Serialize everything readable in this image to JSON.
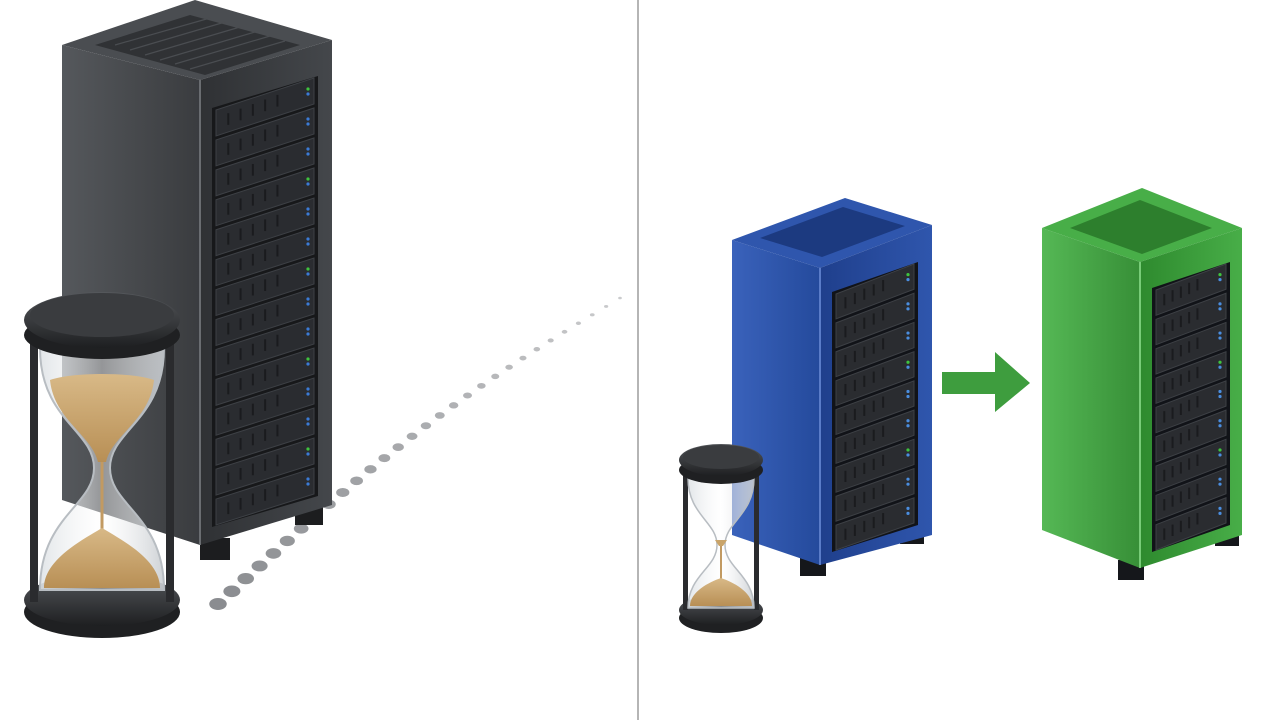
{
  "scene": {
    "left_panel": {
      "server_rack": {
        "icon": "server-rack-icon",
        "color": "#3b3d40",
        "unit_count": 14
      },
      "hourglass": {
        "icon": "hourglass-icon",
        "sand_color": "#c9a46a",
        "sand_remaining_top": 0.55
      },
      "trail": {
        "icon": "dotted-trail-icon",
        "color": "#8a8c90"
      }
    },
    "right_panel": {
      "source_rack": {
        "icon": "server-rack-icon",
        "color": "#274a9a",
        "unit_count": 9
      },
      "target_rack": {
        "icon": "server-rack-icon",
        "color": "#3a9a3a",
        "unit_count": 9
      },
      "arrow": {
        "icon": "arrow-right-icon",
        "color": "#3e9d3e"
      },
      "hourglass": {
        "icon": "hourglass-icon",
        "sand_color": "#c9a46a",
        "sand_remaining_top": 0.1
      }
    },
    "divider_color": "#b5b5b5"
  }
}
